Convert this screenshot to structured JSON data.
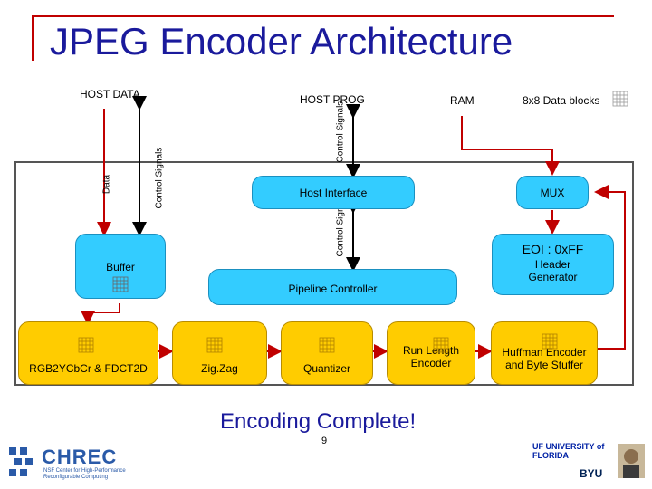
{
  "title": "JPEG Encoder Architecture",
  "top_labels": {
    "host_data": "HOST DATA",
    "host_prog": "HOST PROG",
    "ram": "RAM",
    "data_blocks": "8x8 Data blocks"
  },
  "signal_labels": {
    "data": "Data",
    "control_signals_a": "Control Signals",
    "control_signals_b": "Control Signals",
    "control_signals_c": "Control Signals"
  },
  "blocks": {
    "host_interface": "Host Interface",
    "mux": "MUX",
    "eoi": "EOI : 0xFF",
    "header_generator": "Header Generator",
    "buffer": "Buffer",
    "pipeline_controller": "Pipeline Controller",
    "rgb": "RGB2YCbCr & FDCT2D",
    "zigzag": "Zig.Zag",
    "quantizer": "Quantizer",
    "rle": "Run Length Encoder",
    "huffman": "Huffman Encoder and Byte Stuffer"
  },
  "footer": {
    "encoding_complete": "Encoding Complete!",
    "page_number": "9",
    "chrec_logo": "CHREC",
    "chrec_sub": "NSF Center for High-Performance Reconfigurable Computing",
    "uf_logo": "UF UNIVERSITY of FLORIDA",
    "byu_logo": "BYU"
  },
  "colors": {
    "block_yellow": "#ffcc00",
    "block_blue": "#33ccff",
    "arrow_red": "#c00000",
    "title_blue": "#1a1a9c"
  }
}
